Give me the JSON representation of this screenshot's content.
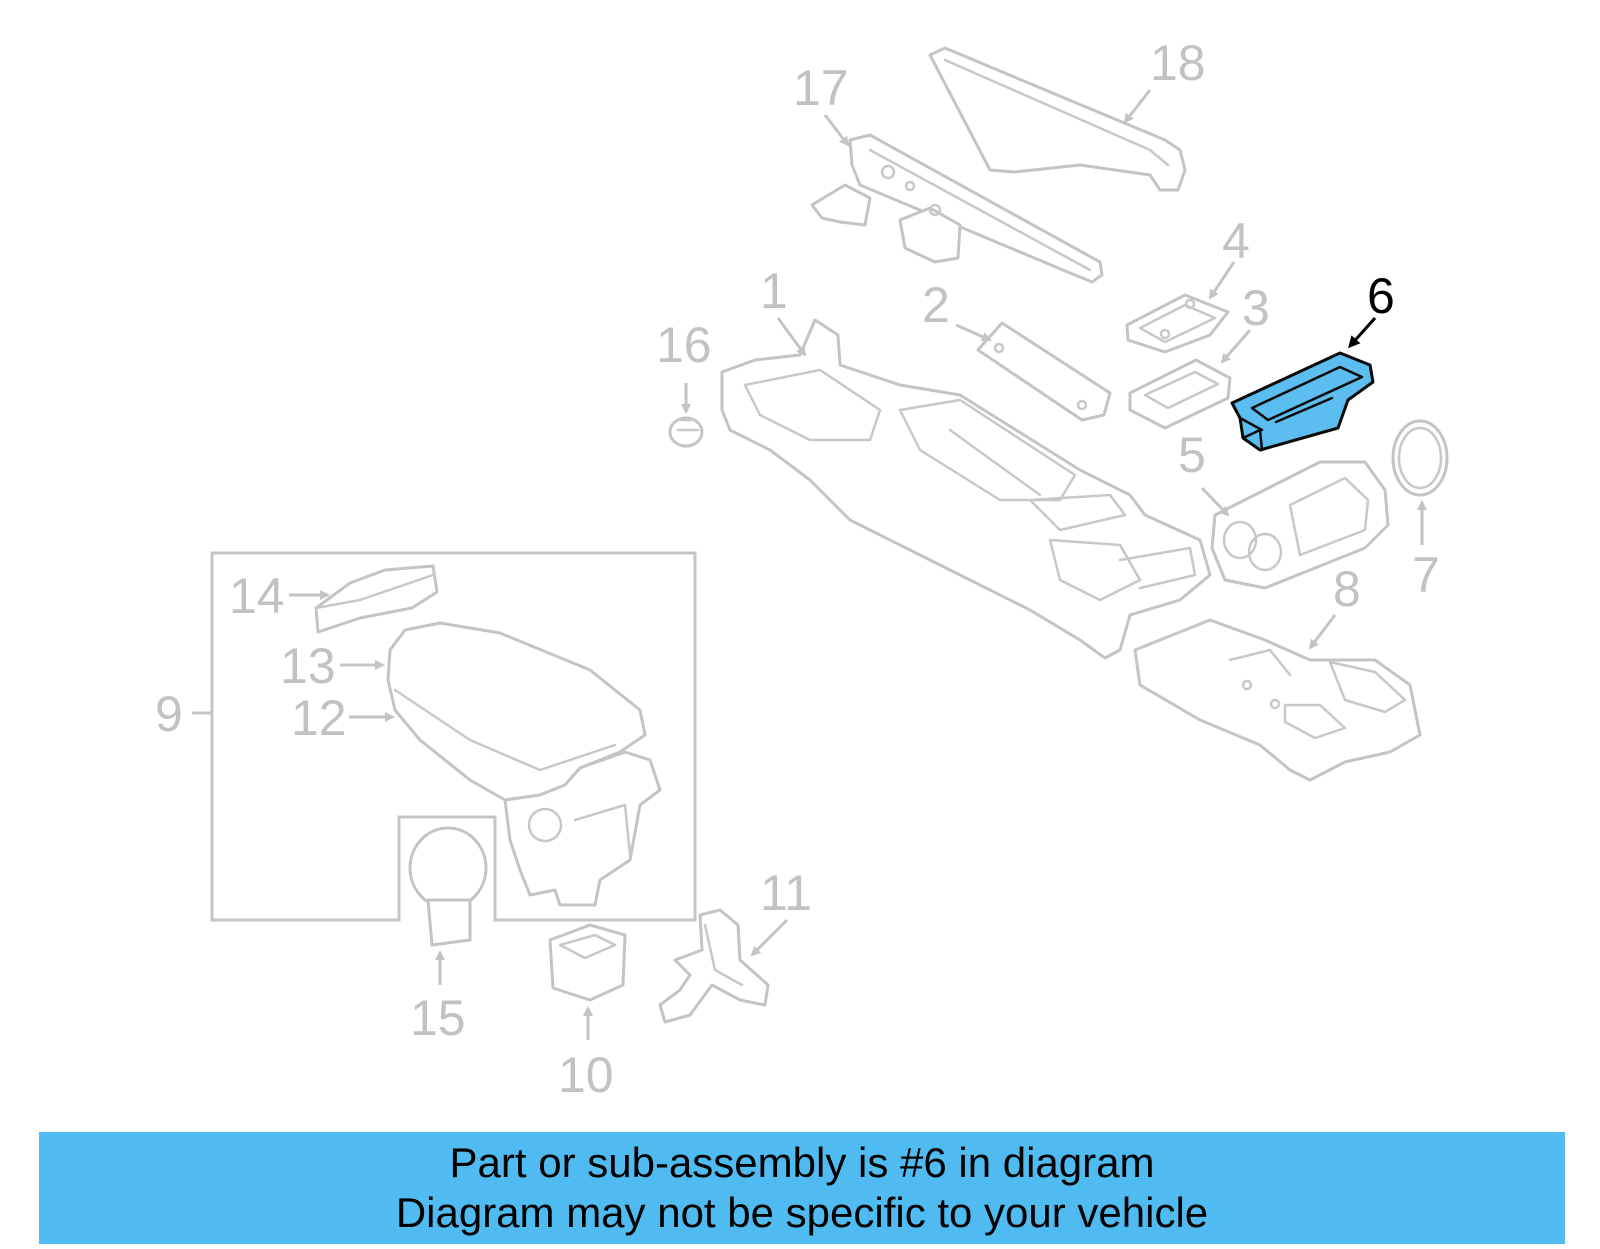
{
  "diagram": {
    "highlighted_part": "6",
    "highlight_color": "#5bbdf0",
    "line_color": "#c4c4c4",
    "callouts": {
      "c1": "1",
      "c2": "2",
      "c3": "3",
      "c4": "4",
      "c5": "5",
      "c6": "6",
      "c7": "7",
      "c8": "8",
      "c9": "9",
      "c10": "10",
      "c11": "11",
      "c12": "12",
      "c13": "13",
      "c14": "14",
      "c15": "15",
      "c16": "16",
      "c17": "17",
      "c18": "18"
    }
  },
  "banner": {
    "background": "#4fbbf1",
    "line1": "Part or sub-assembly is #6 in diagram",
    "line2": "Diagram may not be specific to your vehicle"
  }
}
